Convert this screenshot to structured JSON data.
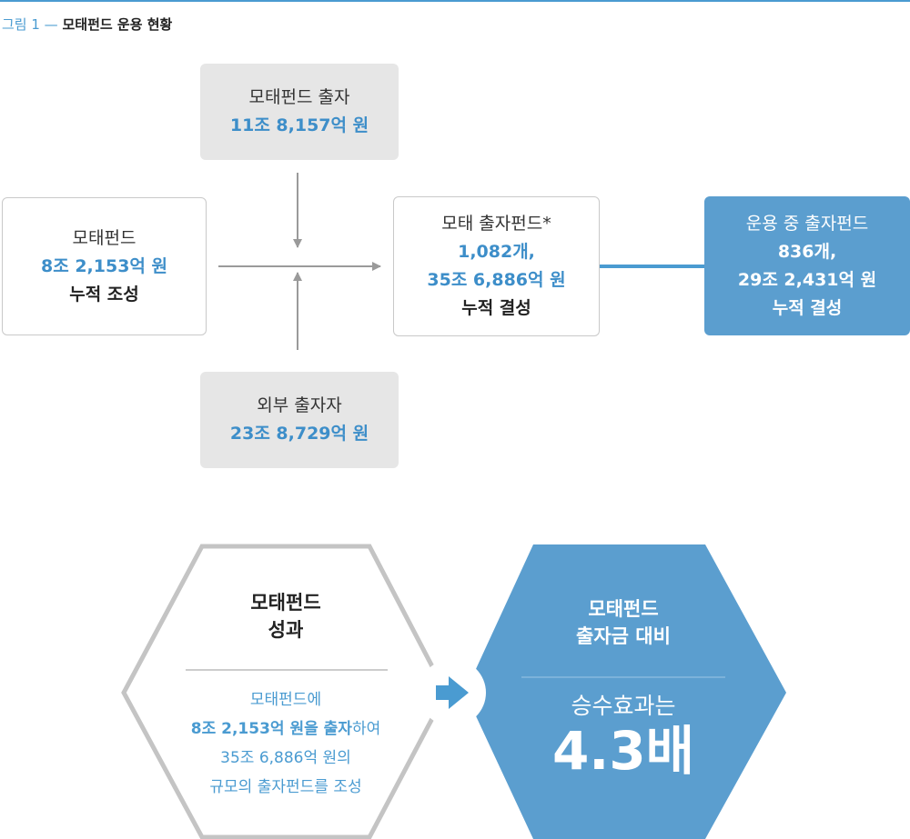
{
  "figure": {
    "number": "그림 1 —",
    "title": "모태펀드 운용 현황"
  },
  "boxes": {
    "fund_contribution": {
      "line1": "모태펀드 출자",
      "line2": "11조 8,157억 원"
    },
    "fund": {
      "line1": "모태펀드",
      "line2": "8조 2,153억 원",
      "line3": "누적 조성"
    },
    "external_investor": {
      "line1": "외부 출자자",
      "line2": "23조 8,729억 원"
    },
    "child_funds": {
      "line1": "모태 출자펀드*",
      "line2": "1,082개,",
      "line3": "35조 6,886억 원",
      "line4": "누적 결성"
    },
    "active_funds": {
      "line1": "운용 중 출자펀드",
      "line2": "836개,",
      "line3": "29조 2,431억 원",
      "line4": "누적 결성"
    }
  },
  "hex_left": {
    "title1": "모태펀드",
    "title2": "성과",
    "desc1": "모태펀드에",
    "desc2_a": "8조 2,153억 원을 출자",
    "desc2_b": "하여",
    "desc3": "35조 6,886억 원의",
    "desc4": "규모의 출자펀드를 조성"
  },
  "hex_right": {
    "title1": "모태펀드",
    "title2": "출자금 대비",
    "sub": "승수효과는",
    "value": "4.3배"
  },
  "colors": {
    "accent": "#4a9bd1",
    "box_fill": "#5b9ecf",
    "gray": "#e6e6e6",
    "hex_border": "#c4c4c4",
    "arrow": "#9a9a9a"
  }
}
